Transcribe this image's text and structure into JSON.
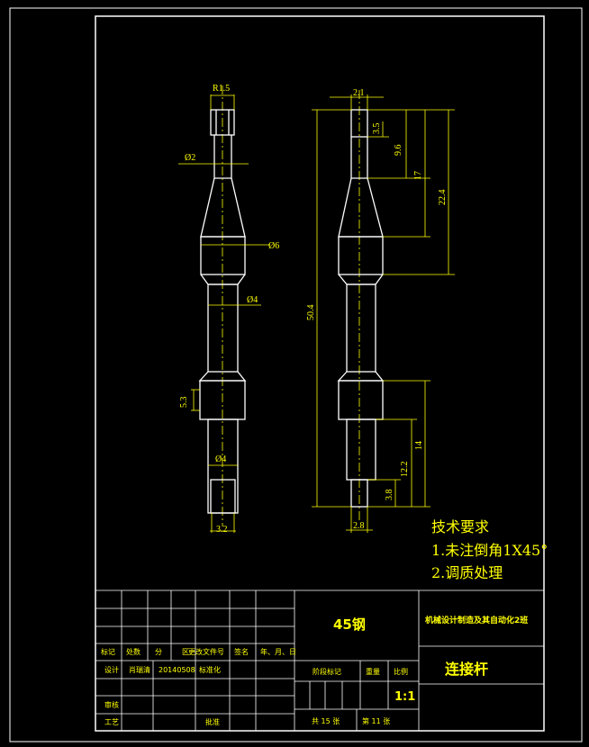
{
  "dims_left": {
    "r15": "R1.5",
    "d2": "Ø2",
    "d6": "Ø6",
    "d4_upper": "Ø4",
    "d53": "5.3",
    "d4_lower": "Ø4",
    "d32": "3.2"
  },
  "dims_right": {
    "w21": "2.1",
    "h35": "3.5",
    "h96": "9.6",
    "h17": "17",
    "h224": "22.4",
    "h504": "50.4",
    "h14": "14",
    "h122": "12.2",
    "h38": "3.8",
    "w28": "2.8"
  },
  "tech": {
    "title": "技术要求",
    "item1": "1.未注倒角1X45°",
    "item2": "2.调质处理"
  },
  "title_block": {
    "material": "45钢",
    "school": "机械设计制造及其自动化2班",
    "part_name": "连接杆",
    "row_labels": [
      "标记",
      "处数",
      "分",
      "区",
      "更改文件号",
      "签名",
      "年、月、日"
    ],
    "design_label": "设计",
    "designer": "肖瑞清",
    "date": "20140508",
    "std_label": "标准化",
    "review_label": "审核",
    "craft_label": "工艺",
    "approve_label": "批准",
    "stage_label": "阶段标记",
    "weight_label": "重量",
    "scale_label": "比例",
    "scale": "1:1",
    "sheets_total": "共 15 张",
    "sheet_no": "第 11 张"
  }
}
